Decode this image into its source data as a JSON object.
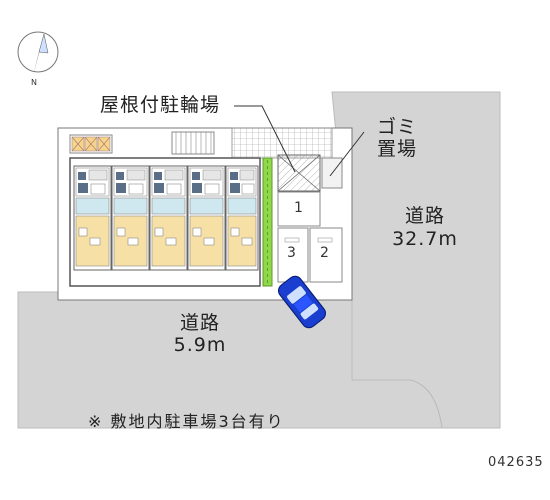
{
  "labels": {
    "bike_parking": "屋根付駐輪場",
    "garbage_line1": "ゴミ",
    "garbage_line2": "置場",
    "road_east_name": "道路",
    "road_east_width": "32.7m",
    "road_south_name": "道路",
    "road_south_width": "5.9m",
    "parking_note": "※ 敷地内駐車場3台有り",
    "map_code": "042635",
    "compass_letter": "N"
  },
  "parking_spaces": [
    "1",
    "2",
    "3"
  ],
  "colors": {
    "road": "#d4d4d4",
    "unit_floor": "#f7e0a6",
    "unit_kitchen": "#5a6e88",
    "hedge": "#8ed84a",
    "car": "#1a3fd0",
    "building_outline": "#555555"
  },
  "icons": [
    "compass-icon",
    "car-icon",
    "hedge-strip",
    "bike-shelter-hatch"
  ]
}
